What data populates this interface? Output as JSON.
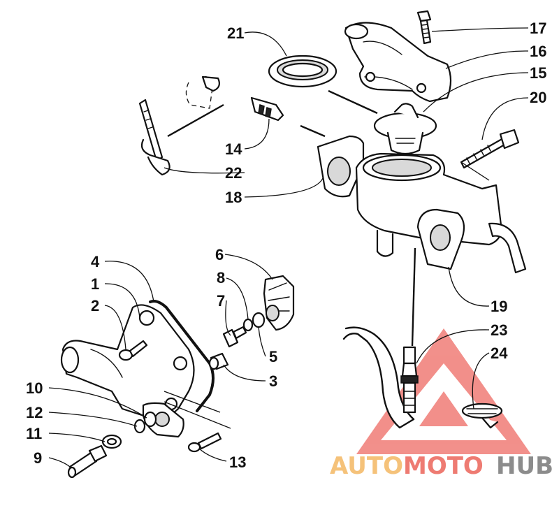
{
  "diagram": {
    "callouts": [
      {
        "id": "c1",
        "label": "1"
      },
      {
        "id": "c2",
        "label": "2"
      },
      {
        "id": "c3",
        "label": "3"
      },
      {
        "id": "c4",
        "label": "4"
      },
      {
        "id": "c5",
        "label": "5"
      },
      {
        "id": "c6",
        "label": "6"
      },
      {
        "id": "c7",
        "label": "7"
      },
      {
        "id": "c8",
        "label": "8"
      },
      {
        "id": "c9",
        "label": "9"
      },
      {
        "id": "c10",
        "label": "10"
      },
      {
        "id": "c11",
        "label": "11"
      },
      {
        "id": "c12",
        "label": "12"
      },
      {
        "id": "c13",
        "label": "13"
      },
      {
        "id": "c14",
        "label": "14"
      },
      {
        "id": "c15",
        "label": "15"
      },
      {
        "id": "c16",
        "label": "16"
      },
      {
        "id": "c17",
        "label": "17"
      },
      {
        "id": "c18",
        "label": "18"
      },
      {
        "id": "c19",
        "label": "19"
      },
      {
        "id": "c20",
        "label": "20"
      },
      {
        "id": "c21",
        "label": "21"
      },
      {
        "id": "c22",
        "label": "22"
      },
      {
        "id": "c23",
        "label": "23"
      },
      {
        "id": "c24",
        "label": "24"
      }
    ]
  },
  "watermark": {
    "parts": [
      {
        "text": "AUTO",
        "color": "#f5c27a"
      },
      {
        "text": "MOTO",
        "color": "#ee7b72"
      },
      {
        "text": "HUB",
        "color": "#8c8c8c"
      }
    ],
    "triangle_color": "#e8352b"
  }
}
